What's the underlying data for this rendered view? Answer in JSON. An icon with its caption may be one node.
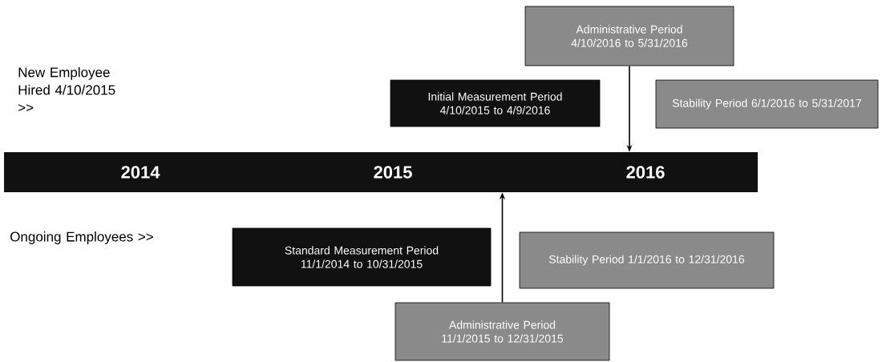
{
  "diagram": {
    "nodes": [
      {
        "text": [
          "Administrative Period 4/10/2016 to 5/31/2016"
        ]
      },
      {
        "text": [
          "Initial Measurement Period 4/10/2015 to 4/9/2016"
        ]
      },
      {
        "text": [
          "Stability Period 6/1/2016 to 5/31/2017"
        ]
      },
      {
        "text": [
          "2014",
          "2015",
          "2016"
        ]
      },
      {
        "text": [
          "Standard Measurement Period 11/1/2014 to 10/31/2015"
        ]
      },
      {
        "text": [
          "Stability Period 1/1/2016 to 12/31/2016"
        ]
      },
      {
        "text": [
          "Administrative Period 11/1/2015 to 12/31/2015"
        ]
      }
    ],
    "edges": [
      {
        "from": 0,
        "to": 3,
        "arrow": "to"
      },
      {
        "from": 6,
        "to": 3,
        "arrow": "to"
      }
    ],
    "labels": [
      "New Employee Hired 4/10/2015 >>",
      "Ongoing Employees >>"
    ]
  }
}
